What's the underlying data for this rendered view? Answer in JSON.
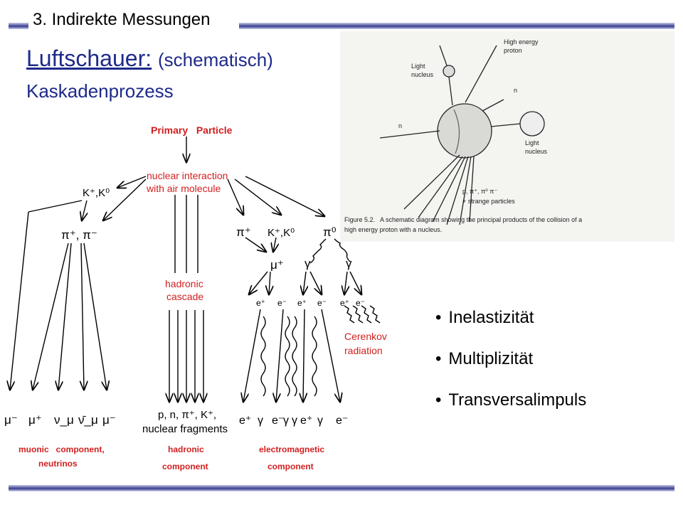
{
  "header": {
    "section": "3. Indirekte Messungen"
  },
  "title": {
    "main": "Luftschauer:",
    "suffix": "(schematisch)",
    "subtitle": "Kaskadenprozess"
  },
  "diagram": {
    "primary": "Primary   Particle",
    "interaction_1": "nuclear interaction",
    "interaction_2": "with air molecule",
    "kaon_left": "K⁺,K⁰",
    "pion_left": "π⁺, π⁻",
    "hadronic_1": "hadronic",
    "hadronic_2": "cascade",
    "pi_plus": "π⁺",
    "kaon_right": "K⁺,K⁰",
    "pi_zero": "π⁰",
    "mu_mid": "μ⁺",
    "gamma": "γ",
    "e_pair": [
      "e⁺",
      "e⁻",
      "e⁺",
      "e⁻",
      "e⁺",
      "e⁻"
    ],
    "cerenkov_1": "Cerenkov",
    "cerenkov_2": "radiation",
    "muon_labels": [
      "μ⁻",
      "μ⁺",
      "ν_μ",
      "ν̄_μ",
      "μ⁻"
    ],
    "hadron_final_1": "p, n, π⁺, K⁺,",
    "hadron_final_2": "nuclear fragments",
    "em_final": [
      "e⁺",
      "γ",
      "e⁻",
      "γ",
      "γ",
      "e⁺",
      "γ",
      "e⁻"
    ],
    "comp_muonic_1": "muonic   component,",
    "comp_muonic_2": "neutrinos",
    "comp_hadronic_1": "hadronic",
    "comp_hadronic_2": "component",
    "comp_em_1": "electromagnetic",
    "comp_em_2": "component"
  },
  "figure": {
    "label_high": "High energy",
    "label_proton": "proton",
    "label_light": "Light",
    "label_nucleus": "nucleus",
    "label_n": "n",
    "label_products": "p, π⁺, π⁰ π⁻",
    "label_strange": "+ strange particles",
    "caption_1": "Figure 5.2.   A schematic diagram showing the principal products of the collision of a",
    "caption_2": "high energy proton with a nucleus."
  },
  "bullets": [
    "Inelastizität",
    "Multiplizität",
    "Transversalimpuls"
  ],
  "colors": {
    "accent_red": "#d22020",
    "title_blue": "#1e2a8a"
  }
}
